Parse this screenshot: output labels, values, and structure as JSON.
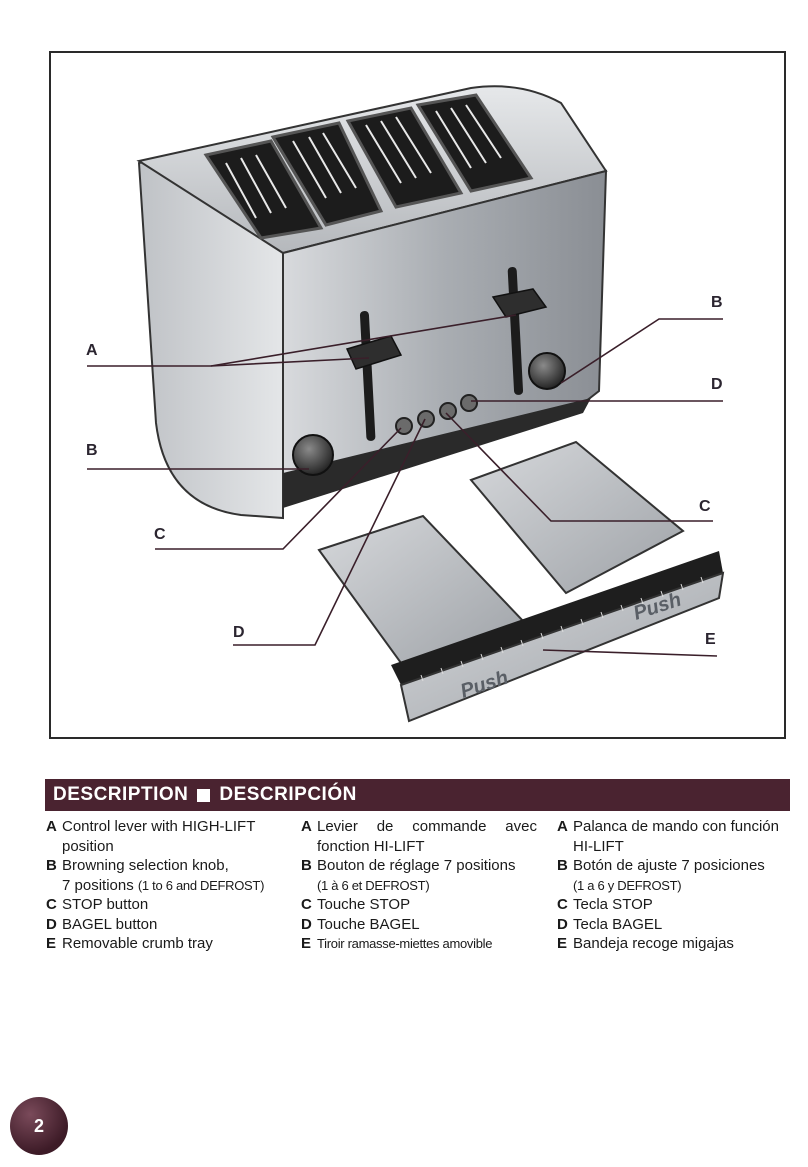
{
  "figure": {
    "callouts": {
      "a": "A",
      "b_right": "B",
      "b_left": "B",
      "c_left": "C",
      "c_right": "C",
      "d_left": "D",
      "d_right": "D",
      "e": "E"
    },
    "tray_label_left": "Push",
    "tray_label_right": "Push",
    "colors": {
      "stainless": "#b9bcc0",
      "dark_panel": "#2a2a2a",
      "line": "#3a1f2a"
    }
  },
  "section": {
    "title_en": "DESCRIPTION",
    "title_es": "DESCRIPCIÓN",
    "bar_color": "#4a2330"
  },
  "columns": {
    "en": {
      "a_letter": "A",
      "a_text": "Control lever with HIGH-LIFT position",
      "b_letter": "B",
      "b_text": "Browning selection knob,",
      "b_sub": "7 positions",
      "b_sub_small": "(1 to 6 and DEFROST)",
      "c_letter": "C",
      "c_text": "STOP button",
      "d_letter": "D",
      "d_text": "BAGEL button",
      "e_letter": "E",
      "e_text": "Removable crumb tray"
    },
    "fr": {
      "a_letter": "A",
      "a_text": "Levier de commande avec",
      "a_sub": "fonction HI-LIFT",
      "b_letter": "B",
      "b_text": "Bouton de réglage 7 positions",
      "b_sub_small": "(1 à 6 et DEFROST)",
      "c_letter": "C",
      "c_text": "Touche STOP",
      "d_letter": "D",
      "d_text": "Touche BAGEL",
      "e_letter": "E",
      "e_text_small": "Tiroir ramasse-miettes amovible"
    },
    "es": {
      "a_letter": "A",
      "a_text": "Palanca de mando con función",
      "a_sub": "HI-LIFT",
      "b_letter": "B",
      "b_text": "Botón de ajuste 7 posiciones",
      "b_sub_small": "(1 a 6 y DEFROST)",
      "c_letter": "C",
      "c_text": "Tecla STOP",
      "d_letter": "D",
      "d_text": "Tecla BAGEL",
      "e_letter": "E",
      "e_text": "Bandeja recoge migajas"
    }
  },
  "page_number": "2"
}
